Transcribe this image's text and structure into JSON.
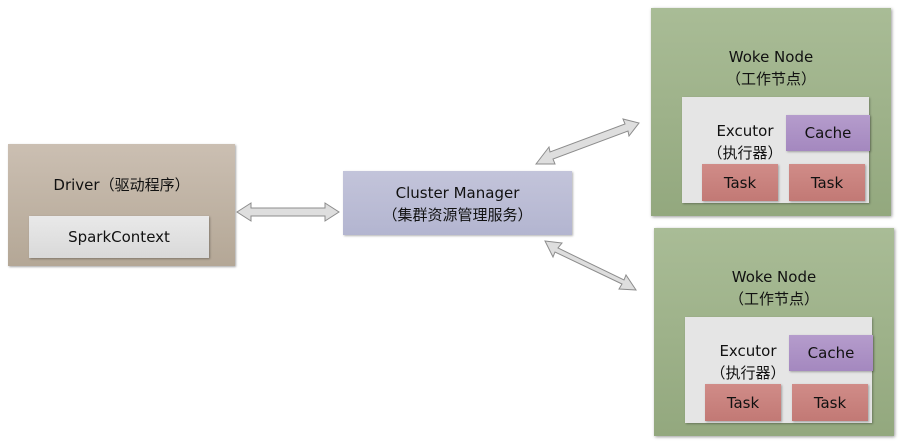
{
  "driver": {
    "title": "Driver（驱动程序）",
    "context_label": "SparkContext"
  },
  "cluster_manager": {
    "line1": "Cluster Manager",
    "line2": "（集群资源管理服务）"
  },
  "workers": [
    {
      "title": "Woke Node",
      "subtitle": "（工作节点）",
      "executor_line1": "Excutor",
      "executor_line2": "（执行器）",
      "cache_label": "Cache",
      "tasks": [
        "Task",
        "Task"
      ]
    },
    {
      "title": "Woke Node",
      "subtitle": "（工作节点）",
      "executor_line1": "Excutor",
      "executor_line2": "（执行器）",
      "cache_label": "Cache",
      "tasks": [
        "Task",
        "Task"
      ]
    }
  ],
  "colors": {
    "arrow_fill": "#dedede",
    "arrow_stroke": "#8c8c8c"
  }
}
